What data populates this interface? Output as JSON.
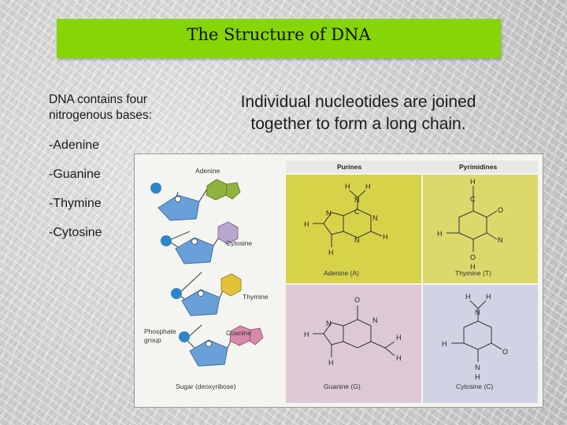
{
  "slide": {
    "title": "The Structure of DNA",
    "intro": "DNA contains four nitrogenous bases:",
    "bases": [
      "-Adenine",
      "-Guanine",
      "-Thymine",
      "-Cytosine"
    ],
    "chain_text": "Individual nucleotides are joined together to form a long chain."
  },
  "figure": {
    "strand_labels": {
      "adenine": "Adenine",
      "cytosine": "Cytosine",
      "thymine": "Thymine",
      "guanine": "Guanine",
      "phosphate_line1": "Phosphate",
      "phosphate_line2": "group",
      "sugar": "Sugar (deoxyribose)"
    },
    "headers": {
      "purines": "Purines",
      "pyrimidines": "Pyrimidines"
    },
    "captions": {
      "adenine": "Adenine (A)",
      "thymine": "Thymine (T)",
      "guanine": "Guanine (G)",
      "cytosine": "Cytosine (C)"
    },
    "colors": {
      "purine_panel": "#d6d34a",
      "guanine_panel": "#ddc9d6",
      "cytosine_panel": "#cfd3e3",
      "thymine_panel": "#dcd86c",
      "sugar": "#6aa0d8",
      "phosphate": "#2d86c9",
      "adenine_base": "#8fb33c",
      "cytosine_base": "#b9a6cc",
      "thymine_base": "#e2c335",
      "guanine_base": "#d889a7"
    }
  }
}
